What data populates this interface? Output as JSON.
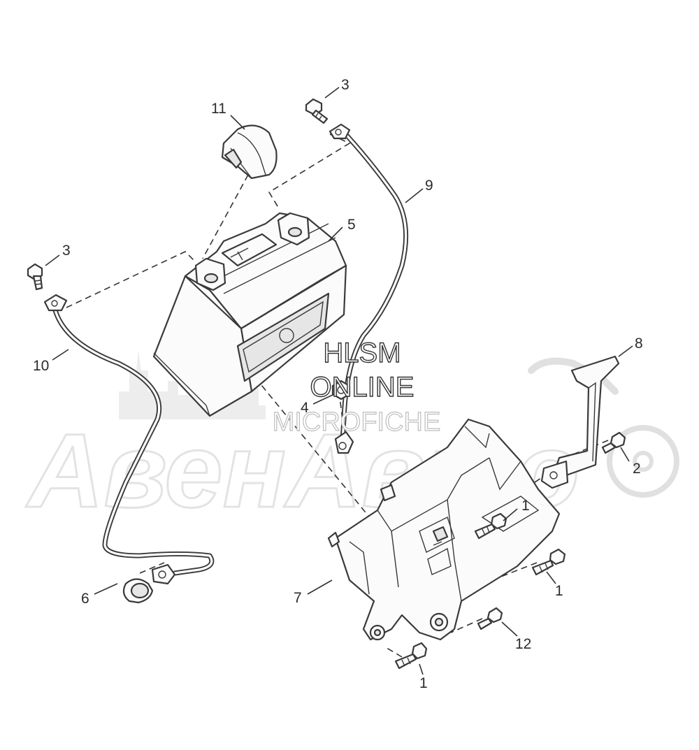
{
  "watermark": {
    "brand": "АвенАвто",
    "line1": "HLSM",
    "line2": "ONLINE",
    "line3": "MICROFICHE"
  },
  "callouts": [
    {
      "id": "1",
      "label": "1"
    },
    {
      "id": "1b",
      "label": "1"
    },
    {
      "id": "1c",
      "label": "1"
    },
    {
      "id": "2",
      "label": "2"
    },
    {
      "id": "3",
      "label": "3"
    },
    {
      "id": "3b",
      "label": "3"
    },
    {
      "id": "4",
      "label": "4"
    },
    {
      "id": "5",
      "label": "5"
    },
    {
      "id": "6",
      "label": "6"
    },
    {
      "id": "7",
      "label": "7"
    },
    {
      "id": "8",
      "label": "8"
    },
    {
      "id": "9",
      "label": "9"
    },
    {
      "id": "10",
      "label": "10"
    },
    {
      "id": "11",
      "label": "11"
    },
    {
      "id": "12",
      "label": "12"
    }
  ]
}
